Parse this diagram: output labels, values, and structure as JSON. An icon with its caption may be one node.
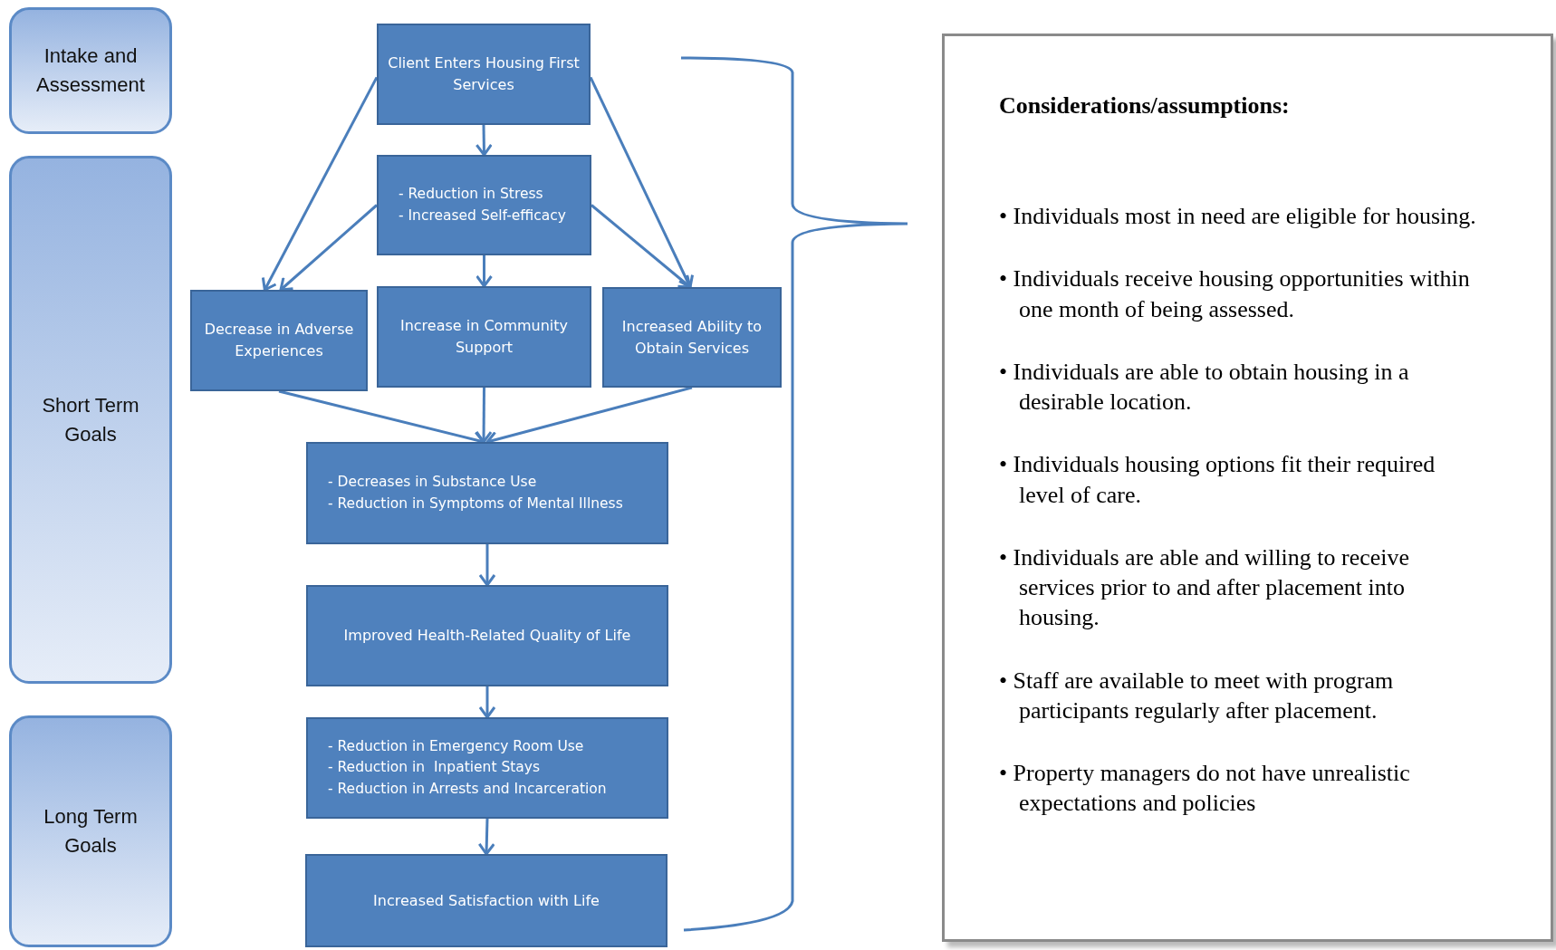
{
  "diagram": {
    "nodes": [
      {
        "text": [
          "Intake and Assessment"
        ]
      },
      {
        "text": [
          "Short Term Goals"
        ]
      },
      {
        "text": [
          "Long Term Goals"
        ]
      },
      {
        "text": [
          "Client Enters Housing First Services"
        ]
      },
      {
        "text": [
          "- Reduction in Stress",
          "- Increased Self-efficacy"
        ]
      },
      {
        "text": [
          "Decrease in Adverse Experiences"
        ]
      },
      {
        "text": [
          "Increase in Community Support"
        ]
      },
      {
        "text": [
          "Increased Ability to Obtain Services"
        ]
      },
      {
        "text": [
          "- Decreases in Substance Use",
          "- Reduction in Symptoms of Mental Illness"
        ]
      },
      {
        "text": [
          "Improved Health-Related Quality of Life"
        ]
      },
      {
        "text": [
          "- Reduction in Emergency Room Use",
          "- Reduction in  Inpatient Stays",
          "- Reduction in Arrests and Incarceration"
        ]
      },
      {
        "text": [
          "Increased Satisfaction with Life"
        ]
      },
      {
        "text": [
          "Considerations/assumptions:",
          "• Individuals most in need are eligible for housing.",
          "• Individuals receive housing opportunities within one month of being assessed.",
          "• Individuals are able to obtain housing in a desirable location.",
          "• Individuals housing options fit their required level of care.",
          "• Individuals are able and willing to receive services prior to and after placement into housing.",
          "• Staff are available to meet with program participants regularly after placement.",
          "• Property managers do not have unrealistic expectations and policies"
        ]
      }
    ],
    "edges": [
      {
        "from": 3,
        "to": 4,
        "arrow": "to"
      },
      {
        "from": 3,
        "to": 5,
        "arrow": "to"
      },
      {
        "from": 4,
        "to": 5,
        "arrow": "to"
      },
      {
        "from": 4,
        "to": 6,
        "arrow": "to"
      },
      {
        "from": 4,
        "to": 7,
        "arrow": "to"
      },
      {
        "from": 3,
        "to": 7,
        "arrow": "to"
      },
      {
        "from": 5,
        "to": 8,
        "arrow": "to"
      },
      {
        "from": 6,
        "to": 8,
        "arrow": "to"
      },
      {
        "from": 7,
        "to": 8,
        "arrow": "to"
      },
      {
        "from": 8,
        "to": 9,
        "arrow": "to"
      },
      {
        "from": 9,
        "to": 10,
        "arrow": "to"
      },
      {
        "from": 10,
        "to": 11,
        "arrow": "to"
      }
    ]
  }
}
